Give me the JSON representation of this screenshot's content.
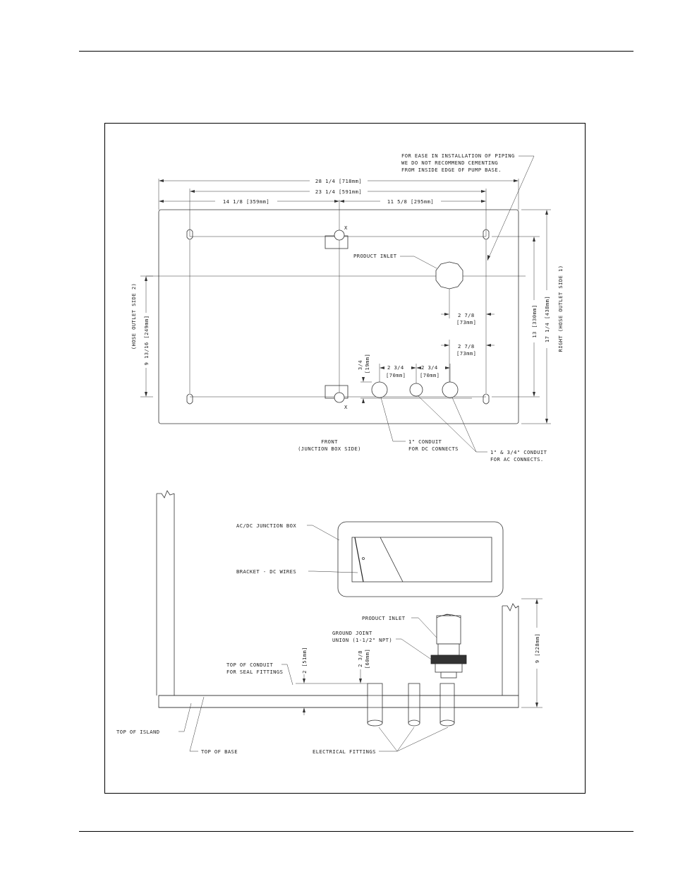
{
  "page": {
    "top_rule": "page-header-rule",
    "bottom_rule": "page-footer-rule"
  },
  "plan_view": {
    "note_piping": [
      "FOR EASE IN INSTALLATION OF PIPING",
      "WE DO NOT RECOMMEND CEMENTING",
      "FROM INSIDE EDGE OF PUMP BASE."
    ],
    "dim_overall_width": "28 1/4 [718mm]",
    "dim_bolt_width": "23 1/4 [591mm]",
    "dim_left_to_center": "14 1/8 [359mm]",
    "dim_center_to_right": "11 5/8 [295mm]",
    "label_product_inlet": "PRODUCT INLET",
    "marker_x_top": "X",
    "marker_x_bottom": "X",
    "dim_left_side": "9 13/16 [249mm]",
    "label_left_side": "(HOSE OUTLET SIDE 2)",
    "dim_inner_depth": "13 [330mm]",
    "dim_overall_depth": "17 1/4 [438mm]",
    "label_right_side": "RIGHT (HOSE OUTLET SIDE 1)",
    "dim_inlet_offset_a": [
      "2 7/8",
      "[73mm]"
    ],
    "dim_inlet_offset_b": [
      "2 7/8",
      "[73mm]"
    ],
    "dim_conduit_offset": [
      "3/4",
      "[19mm]"
    ],
    "dim_conduit_spacing_a": [
      "2 3/4",
      "[70mm]"
    ],
    "dim_conduit_spacing_b": [
      "2 3/4",
      "[70mm]"
    ],
    "label_front": [
      "FRONT",
      "(JUNCTION BOX SIDE)"
    ],
    "label_dc_conduit": [
      "1\" CONDUIT",
      "FOR DC CONNECTS"
    ],
    "label_ac_conduit": [
      "1\" & 3/4\" CONDUIT",
      "FOR AC CONNECTS."
    ]
  },
  "elevation_view": {
    "label_junction_box": "AC/DC JUNCTION BOX",
    "label_bracket": "BRACKET - DC WIRES",
    "label_product_inlet": "PRODUCT INLET",
    "label_union": [
      "GROUND JOINT",
      "UNION (1-1/2\" NPT)"
    ],
    "label_top_conduit": [
      "TOP OF CONDUIT",
      "FOR SEAL FITTINGS"
    ],
    "dim_conduit_height": "2 [51mm]",
    "dim_union_height": [
      "2 3/8",
      "[60mm]"
    ],
    "dim_overall_height": "9 [228mm]",
    "label_top_island": "TOP OF ISLAND",
    "label_top_base": "TOP OF BASE",
    "label_electrical": "ELECTRICAL FITTINGS"
  }
}
